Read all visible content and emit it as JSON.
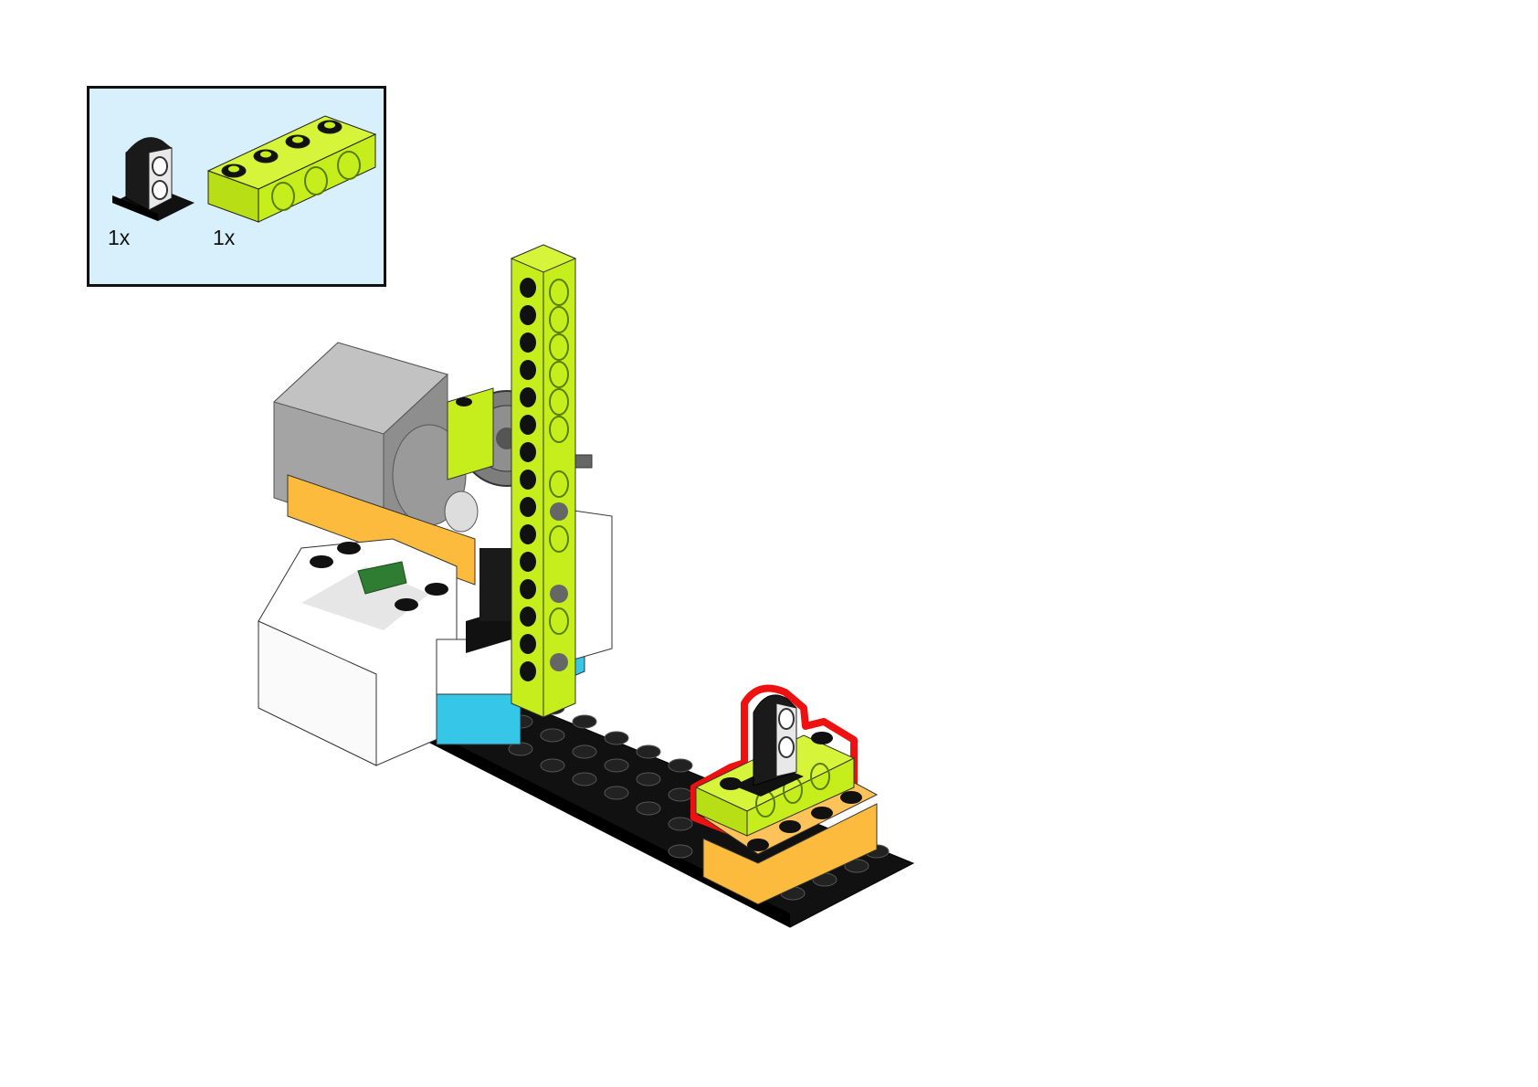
{
  "page": {
    "type": "building-instruction-step"
  },
  "parts_list": [
    {
      "name": "black-axle-pin-connector-perpendicular",
      "quantity": "1x",
      "color": "#111111"
    },
    {
      "name": "lime-technic-brick-1x4",
      "quantity": "1x",
      "color": "#c6ee1c"
    }
  ],
  "colors": {
    "callout_bg": "#d8effc",
    "highlight": "#ee1111",
    "lime": "#c6ee1c",
    "orange": "#fdbb3d",
    "black": "#121212",
    "grey": "#a4a4a4",
    "white": "#ffffff",
    "azure": "#35c6e8"
  }
}
